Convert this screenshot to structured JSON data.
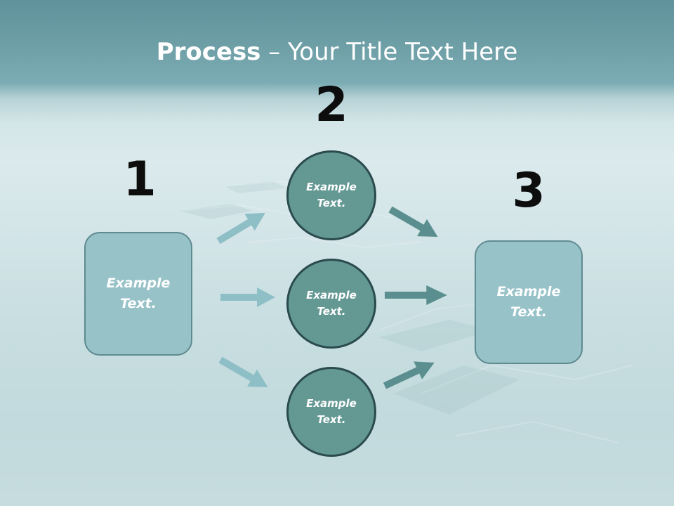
{
  "title": {
    "bold": "Process",
    "rest": " – Your Title Text Here"
  },
  "steps": [
    {
      "number": "1",
      "box_text": "Example Text."
    },
    {
      "number": "2",
      "circles": [
        "Example Text.",
        "Example Text.",
        "Example Text."
      ]
    },
    {
      "number": "3",
      "box_text": "Example Text."
    }
  ],
  "colors": {
    "box_fill": "#97c2c8",
    "circle_fill": "#649893",
    "arrow_light": "#8fbfc6",
    "arrow_dark": "#5b8f8f"
  }
}
